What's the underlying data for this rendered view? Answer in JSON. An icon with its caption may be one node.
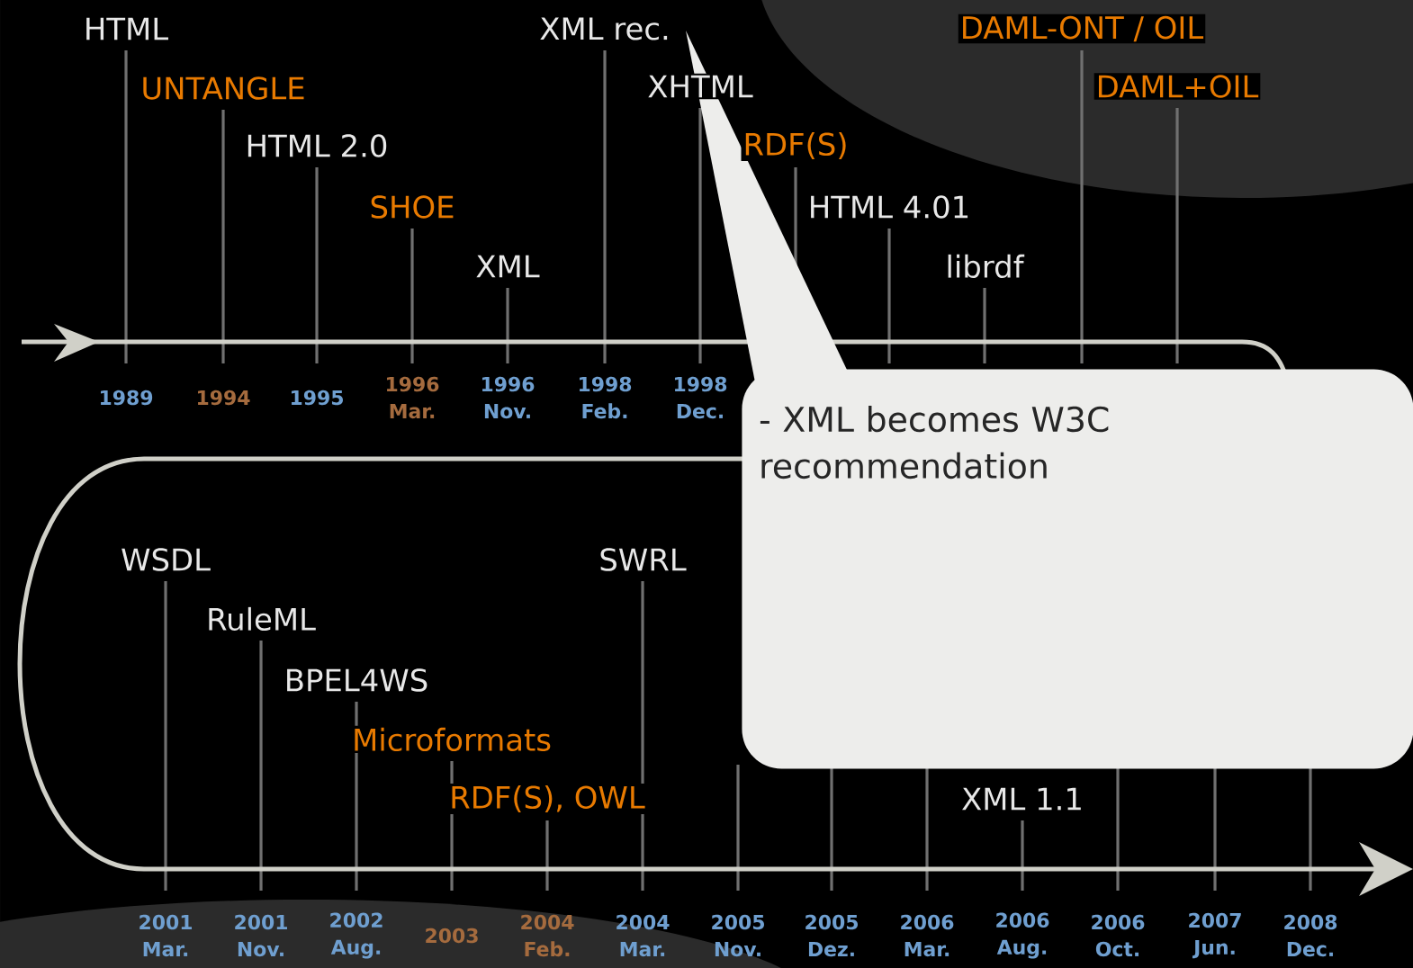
{
  "diagram": {
    "nodes": [
      {
        "text": [
          "- XML becomes W3C recommendation"
        ]
      }
    ],
    "labels": [
      "HTML",
      "UNTANGLE",
      "HTML 2.0",
      "SHOE",
      "XML",
      "XML rec.",
      "XHTML",
      "RDF(S)",
      "HTML 4.01",
      "librdf",
      "DAML-ONT / OIL",
      "DAML+OIL",
      "1989",
      "1994",
      "1995",
      "1996 Mar.",
      "1996 Nov.",
      "1998 Feb.",
      "1998 Dec.",
      "WSDL",
      "RuleML",
      "BPEL4WS",
      "Microformats",
      "RDF(S), OWL",
      "SWRL",
      "XML 1.1",
      "2001 Mar.",
      "2001 Nov.",
      "2002 Aug.",
      "2003",
      "2004 Feb.",
      "2004 Mar.",
      "2005 Nov.",
      "2005 Dez.",
      "2006 Mar.",
      "2006 Aug.",
      "2006 Oct.",
      "2007 Jun.",
      "2008 Dec."
    ]
  }
}
